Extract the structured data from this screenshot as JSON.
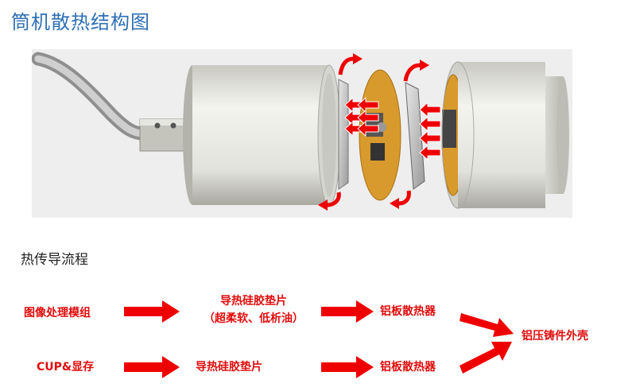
{
  "page": {
    "title": "筒机散热结构图",
    "subtitle": "热传导流程"
  },
  "colors": {
    "title": "#2e6fb5",
    "flow_text": "#e00d0d",
    "arrow": "#ee0000",
    "pcb": "#d89a2c"
  },
  "flow": {
    "row1": {
      "source": "图像处理模组",
      "pad_line1": "导热硅胶垫片",
      "pad_line2": "（超柔软、低析油）",
      "plate": "铝板散热器"
    },
    "row2": {
      "source": "CUP&显存",
      "pad": "导热硅胶垫片",
      "plate": "铝板散热器"
    },
    "destination": "铝压铸件外壳"
  }
}
